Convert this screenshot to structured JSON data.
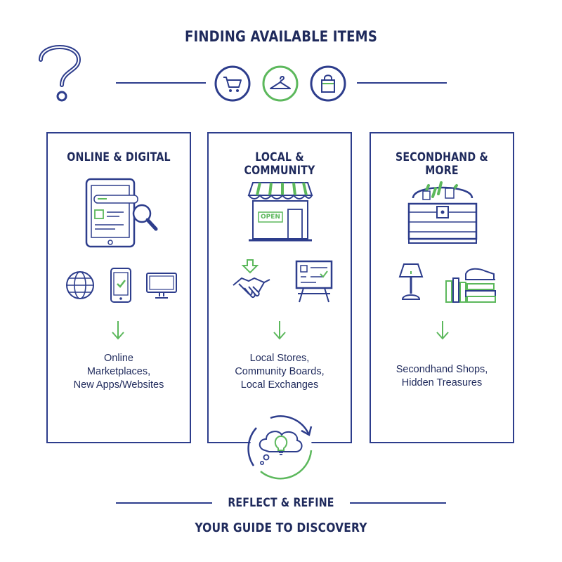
{
  "header": {
    "title": "FINDING AVAILABLE ITEMS",
    "icons": [
      "shopping-cart-icon",
      "clothes-hanger-icon",
      "shopping-bag-icon"
    ],
    "decor_icon": "question-mark-icon"
  },
  "columns": [
    {
      "title": "ONLINE & DIGITAL",
      "main_icon": "tablet-search-icon",
      "sub_icons": [
        "globe-icon",
        "smartphone-check-icon",
        "desktop-monitor-icon"
      ],
      "lines": [
        "Online",
        "Marketplaces,",
        "New Apps/Websites"
      ]
    },
    {
      "title": "LOCAL & COMMUNITY",
      "main_icon": "storefront-icon",
      "store_sign": "OPEN",
      "sub_icons": [
        "handshake-icon",
        "bulletin-board-icon"
      ],
      "lines": [
        "Local Stores,",
        "Community Boards,",
        "Local Exchanges"
      ]
    },
    {
      "title": "SECONDHAND & MORE",
      "main_icon": "treasure-chest-icon",
      "sub_icons": [
        "lamp-icon",
        "books-and-shoe-icon"
      ],
      "lines": [
        "Secondhand Shops,",
        "Hidden Treasures"
      ]
    }
  ],
  "footer": {
    "cycle_icon": "thought-cycle-lightbulb-icon",
    "reflect_label": "REFLECT & REFINE",
    "tagline": "YOUR GUIDE TO DISCOVERY"
  },
  "colors": {
    "navy": "#2d3d8c",
    "green": "#5cb85c",
    "text": "#1f2a5c"
  }
}
